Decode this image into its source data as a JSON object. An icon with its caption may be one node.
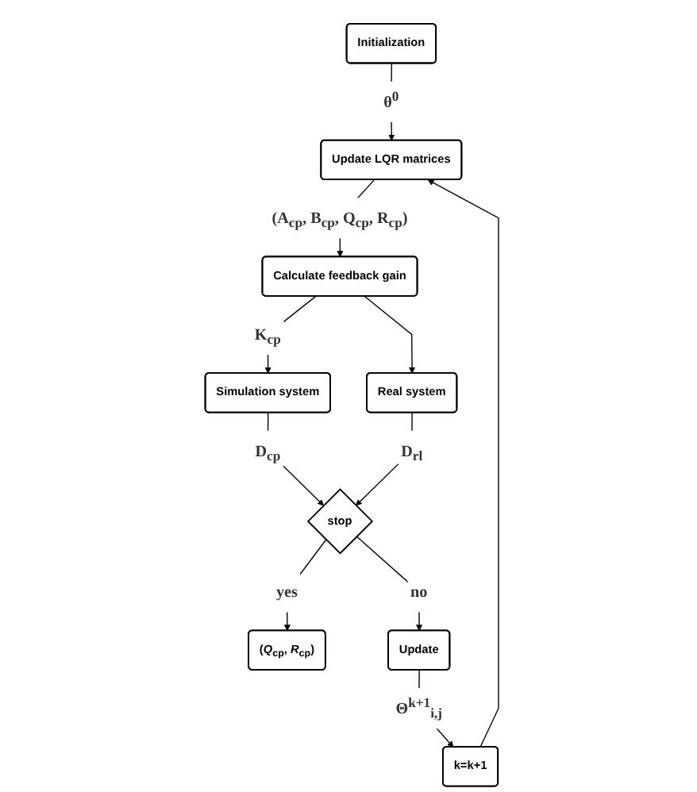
{
  "diagram": {
    "nodes": [
      {
        "text": [
          "Initialization"
        ]
      },
      {
        "text": [
          "Update LQR matrices"
        ]
      },
      {
        "text": [
          "Calculate feedback gain"
        ]
      },
      {
        "text": [
          "Simulation system"
        ]
      },
      {
        "text": [
          "Real system"
        ]
      },
      {
        "text": [
          "stop"
        ]
      },
      {
        "text": [
          "(*Q*$_{cp}$, *R*$_{cp}$)"
        ]
      },
      {
        "text": [
          "Update"
        ]
      },
      {
        "text": [
          "k=k+1"
        ]
      }
    ],
    "edges": [
      {
        "from": 0,
        "to": 1,
        "arrow": "to",
        "label": "θ$^{0}$"
      },
      {
        "from": 1,
        "to": 2,
        "arrow": "to",
        "label": "(A$_{cp}$, B$_{cp}$, Q$_{cp}$, R$_{cp}$)"
      },
      {
        "from": 2,
        "to": 3,
        "arrow": "to",
        "label": "K$_{cp}$"
      },
      {
        "from": 2,
        "to": 4,
        "arrow": "to"
      },
      {
        "from": 3,
        "to": 5,
        "arrow": "to",
        "label": "D$_{cp}$"
      },
      {
        "from": 4,
        "to": 5,
        "arrow": "to",
        "label": "D$_{rl}$"
      },
      {
        "from": 5,
        "to": 6,
        "arrow": "to",
        "label": "yes"
      },
      {
        "from": 5,
        "to": 7,
        "arrow": "to",
        "label": "no"
      },
      {
        "from": 7,
        "to": 8,
        "arrow": "to",
        "label": "Θ$^{k+1}$$_{i,j}$"
      },
      {
        "from": 8,
        "to": 1,
        "arrow": "to"
      }
    ]
  }
}
